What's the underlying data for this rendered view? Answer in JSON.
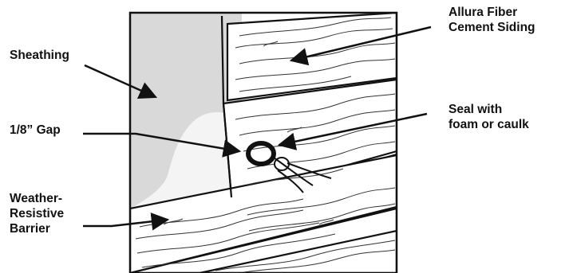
{
  "labels": {
    "siding": [
      "Allura Fiber",
      "Cement Siding"
    ],
    "sheathing": [
      "Sheathing"
    ],
    "gap": [
      "1/8” Gap"
    ],
    "seal": [
      "Seal with",
      "foam or caulk"
    ],
    "barrier": [
      "Weather-",
      "Resistive",
      "Barrier"
    ]
  },
  "colors": {
    "stroke": "#111111",
    "sheathing_fill": "#d9d9d9",
    "barrier_fill": "#f0f0f0",
    "board_fill": "#ffffff",
    "grain": "#333333"
  }
}
